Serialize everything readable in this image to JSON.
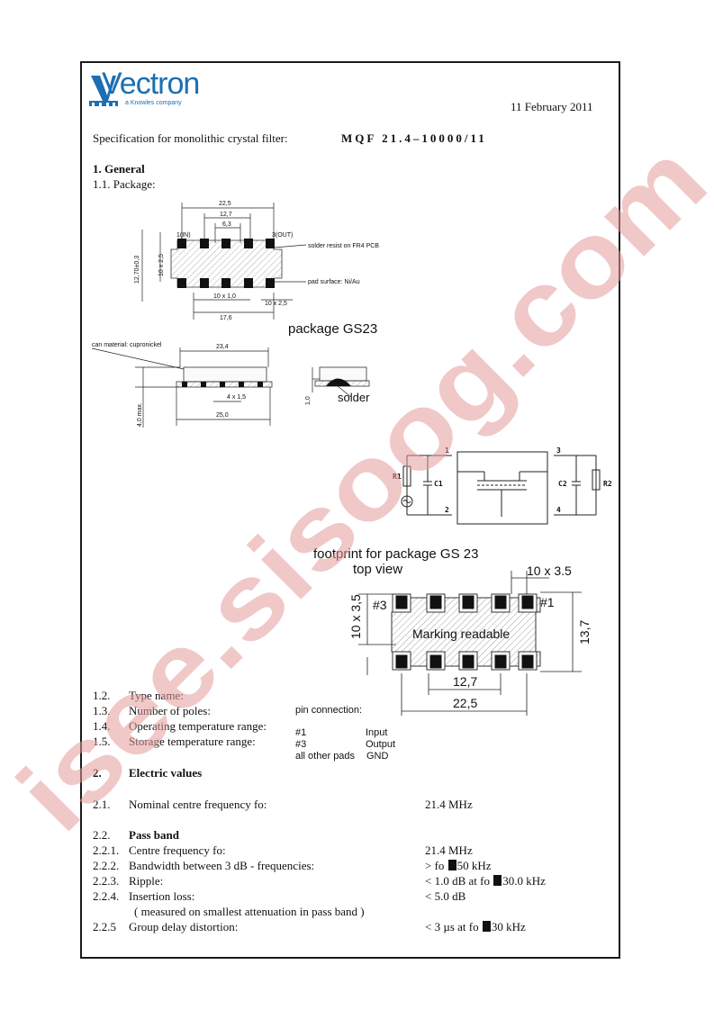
{
  "header": {
    "logo_text": "Vectron",
    "logo_tagline": "a Knowles company",
    "date": "11 February 2011",
    "spec_label": "Specification for monolithic crystal filter:",
    "spec_part": "MQF 21.4–10000/11"
  },
  "general": {
    "heading": "1.  General",
    "package_label": "1.1.  Package:"
  },
  "package_drawing": {
    "dim_22_5": "22,5",
    "dim_12_7": "12,7",
    "dim_6_3": "6,3",
    "pin_in": "1(IN)",
    "pin_out": "3(OUT)",
    "dim_10x2_5_left": "10 x 2,5",
    "dim_12_70": "12,70±0,3",
    "note_solder_resist": "solder resist on FR4 PCB",
    "note_pad_surface": "pad surface: Ni/Au",
    "dim_10x1_0": "10 x 1,0",
    "dim_10x2_5_right": "10 x 2,5",
    "dim_17_6": "17,6",
    "package_name": "package GS23",
    "can_material": "can material: cupronickel",
    "dim_23_4": "23,4",
    "dim_4x1_5": "4 x 1,5",
    "dim_4_0": "4,0 max.",
    "dim_25_0": "25,0",
    "dim_1_0": "1,0",
    "solder_label": "solder"
  },
  "schematic": {
    "r1": "R1",
    "c1": "C1",
    "c2": "C2",
    "r2": "R2",
    "node1": "1",
    "node2": "2",
    "node3": "3",
    "node4": "4"
  },
  "footprint": {
    "title": "footprint for package GS 23",
    "subtitle": "top view",
    "dim_10x3_5_top": "10 x 3.5",
    "dim_10x3_5_left": "10 x 3,5",
    "pin3": "#3",
    "pin1": "#1",
    "marking": "Marking readable",
    "dim_13_7": "13,7",
    "dim_12_7": "12,7",
    "dim_22_5": "22,5"
  },
  "spec_items": [
    {
      "num": "1.2.",
      "label": "Type name:"
    },
    {
      "num": "1.3.",
      "label": "Number of poles:"
    },
    {
      "num": "1.4.",
      "label": "Operating temperature range:"
    },
    {
      "num": "1.5.",
      "label": "Storage temperature range:"
    }
  ],
  "pin_connection": {
    "title": "pin connection:",
    "rows": [
      {
        "pin": "#1",
        "func": "Input"
      },
      {
        "pin": "#3",
        "func": "Output"
      },
      {
        "pin": "all other pads",
        "func": "GND"
      }
    ]
  },
  "electric": {
    "heading_num": "2.",
    "heading": "Electric values",
    "nominal_num": "2.1.",
    "nominal_label": "Nominal centre frequency fo:",
    "nominal_value": "21.4 MHz"
  },
  "passband": {
    "heading_num": "2.2.",
    "heading": "Pass band",
    "rows": [
      {
        "num": "2.2.1.",
        "label": "Centre frequency fo:",
        "value_pre": "21.4 MHz",
        "value_post": ""
      },
      {
        "num": "2.2.2.",
        "label": "Bandwidth between  3 dB - frequencies:",
        "value_pre": "> fo ",
        "value_post": "50 kHz"
      },
      {
        "num": "2.2.3.",
        "label": "Ripple:",
        "value_pre": "< 1.0 dB at fo ",
        "value_post": "30.0 kHz"
      },
      {
        "num": "2.2.4.",
        "label": "Insertion loss:",
        "value_pre": "< 5.0 dB",
        "value_post": ""
      },
      {
        "num": "",
        "label": "( measured on smallest attenuation in pass band )",
        "value_pre": "",
        "value_post": ""
      },
      {
        "num": "2.2.5",
        "label": "Group delay distortion:",
        "value_pre": "< 3 µs at fo ",
        "value_post": "30 kHz"
      }
    ]
  },
  "watermark_text": "isee.sisoog.com",
  "colors": {
    "logo_blue": "#1b6fb3",
    "watermark": "#e8a0a0"
  }
}
